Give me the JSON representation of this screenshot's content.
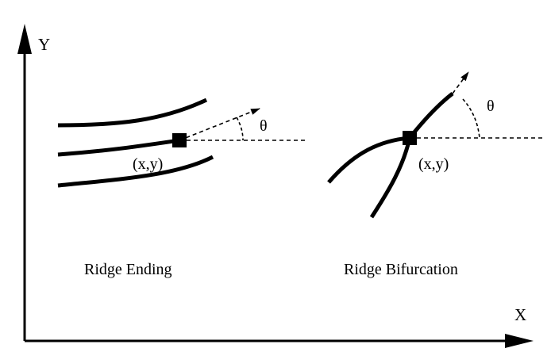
{
  "axes": {
    "y_label": "Y",
    "x_label": "X"
  },
  "ridge_ending": {
    "coord_label": "(x,y)",
    "angle_label": "θ",
    "caption": "Ridge Ending"
  },
  "ridge_bifurcation": {
    "coord_label": "(x,y)",
    "angle_label": "θ",
    "caption": "Ridge Bifurcation"
  },
  "colors": {
    "ink": "#000000",
    "background": "#ffffff"
  }
}
